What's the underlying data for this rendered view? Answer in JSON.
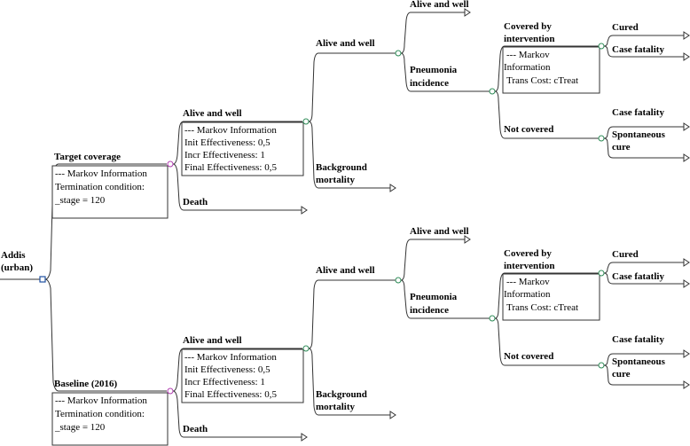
{
  "colors": {
    "decision_node": "#1f4fa0",
    "markov_node": "#b03ab0",
    "chance_node": "#2e8b57",
    "terminal_node": "#cc2222"
  },
  "root": {
    "line1": "Addis",
    "line2": "(urban)"
  },
  "arms": [
    {
      "label": "Target coverage",
      "info": [
        "--- Markov Information",
        "Termination condition:",
        "_stage = 120"
      ],
      "state_alive": {
        "label": "Alive and well",
        "info": [
          "--- Markov Information",
          "Init Effectiveness: 0,5",
          "Incr Effectiveness: 1",
          "Final Effectiveness: 0,5"
        ]
      },
      "state_death": "Death",
      "alive": "Alive and well",
      "background": [
        "Background",
        "mortality"
      ],
      "alive2": "Alive and well",
      "pneumonia": [
        "Pneumonia",
        "incidence"
      ],
      "covered": [
        "Covered by",
        "intervention"
      ],
      "covered_info": [
        "--- Markov",
        "Information",
        "Trans Cost: cTreat"
      ],
      "cured": "Cured",
      "cf_covered": "Case fatality",
      "not_covered": "Not covered",
      "cf_not": "Case fatality",
      "spont": [
        "Spontaneous",
        "cure"
      ]
    },
    {
      "label": "Baseline (2016)",
      "info": [
        "--- Markov Information",
        "Termination condition:",
        "_stage = 120"
      ],
      "state_alive": {
        "label": "Alive and well",
        "info": [
          "--- Markov Information",
          "Init Effectiveness: 0,5",
          "Incr Effectiveness: 1",
          "Final Effectiveness: 0,5"
        ]
      },
      "state_death": "Death",
      "alive": "Alive and well",
      "background": [
        "Background",
        "mortality"
      ],
      "alive2": "Alive and well",
      "pneumonia": [
        "Pneumonia",
        "incidence"
      ],
      "covered": [
        "Covered by",
        "intervention"
      ],
      "covered_info": [
        "--- Markov",
        "Information",
        "Trans Cost: cTreat"
      ],
      "cured": "Cured",
      "cf_covered": "Case fatatliy",
      "not_covered": "Not covered",
      "cf_not": "Case fatality",
      "spont": [
        "Spontaneous",
        "cure"
      ]
    }
  ]
}
